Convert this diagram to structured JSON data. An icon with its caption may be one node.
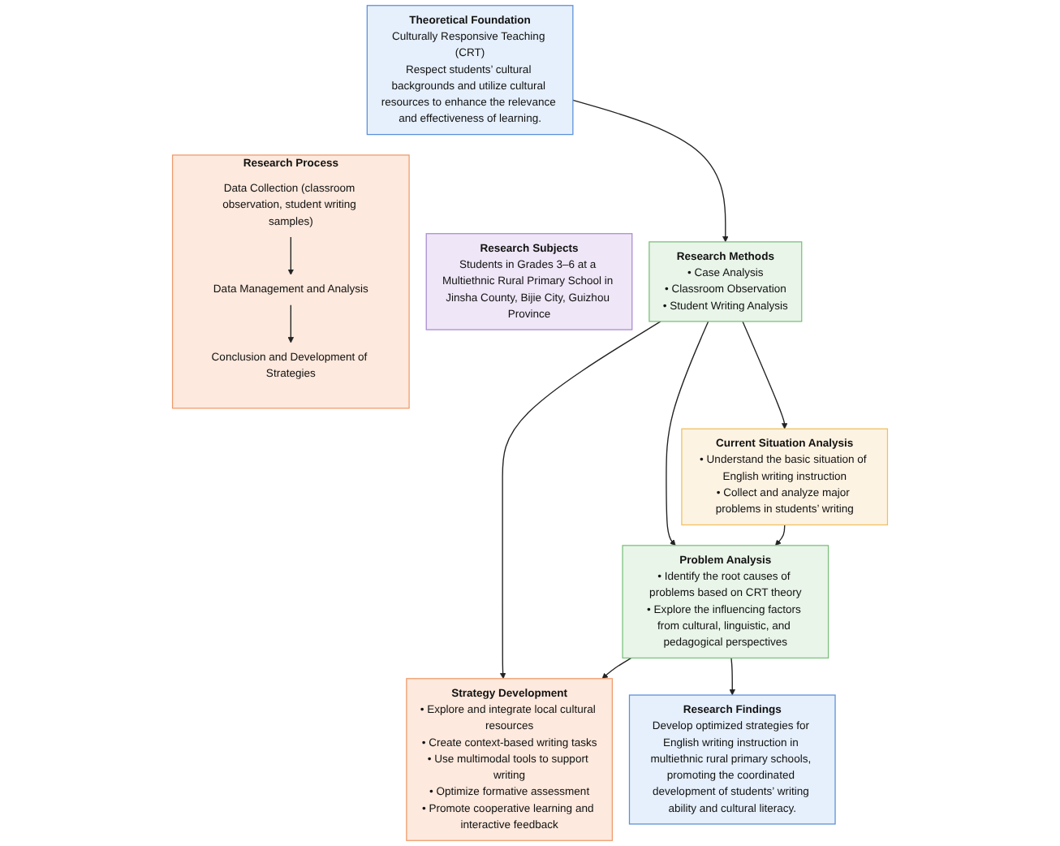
{
  "diagram": {
    "nodes": [
      {
        "text": [
          "Theoretical Foundation",
          "Culturally Responsive Teaching (CRT)",
          "Respect students’ cultural backgrounds and utilize cultural resources to enhance the relevance and effectiveness of learning."
        ]
      },
      {
        "text": [
          "Research Subjects",
          "Students in Grades 3–6 at a Multiethnic Rural Primary School in Jinsha County, Bijie City, Guizhou Province"
        ]
      },
      {
        "text": [
          "Research Methods",
          "• Case Analysis",
          "• Classroom Observation",
          "• Student Writing Analysis"
        ]
      },
      {
        "text": [
          "Research Process"
        ]
      },
      {
        "text": [
          "Data Collection (classroom observation, student writing samples)"
        ],
        "in": 3
      },
      {
        "text": [
          "Data Management and Analysis"
        ],
        "in": 3
      },
      {
        "text": [
          "Conclusion and Development of Strategies"
        ],
        "in": 3
      },
      {
        "text": [
          "Current Situation Analysis",
          "• Understand the basic situation of English writing instruction",
          "• Collect and analyze major problems in students’ writing"
        ]
      },
      {
        "text": [
          "Problem Analysis",
          "• Identify the root causes of problems based on CRT theory",
          "• Explore the influencing factors from cultural, linguistic, and pedagogical perspectives"
        ]
      },
      {
        "text": [
          "Strategy Development",
          "• Explore and integrate local cultural resources",
          "• Create context-based writing tasks",
          "• Use multimodal tools to support writing",
          "• Optimize formative assessment",
          "• Promote cooperative learning and interactive feedback"
        ]
      },
      {
        "text": [
          "Research Findings",
          "Develop optimized strategies for English writing instruction in multiethnic rural primary schools, promoting the coordinated development of students’ writing ability and cultural literacy."
        ]
      }
    ],
    "edges": [
      {
        "from": 0,
        "to": 2,
        "arrow": "to"
      },
      {
        "from": 4,
        "to": 5,
        "arrow": "to"
      },
      {
        "from": 5,
        "to": 6,
        "arrow": "to"
      },
      {
        "from": 2,
        "to": 7,
        "arrow": "to"
      },
      {
        "from": 2,
        "to": 8,
        "arrow": "to"
      },
      {
        "from": 2,
        "to": 9,
        "arrow": "to"
      },
      {
        "from": 7,
        "to": 8,
        "arrow": "to"
      },
      {
        "from": 8,
        "to": 9,
        "arrow": "to"
      },
      {
        "from": 8,
        "to": 10,
        "arrow": "to"
      }
    ]
  }
}
